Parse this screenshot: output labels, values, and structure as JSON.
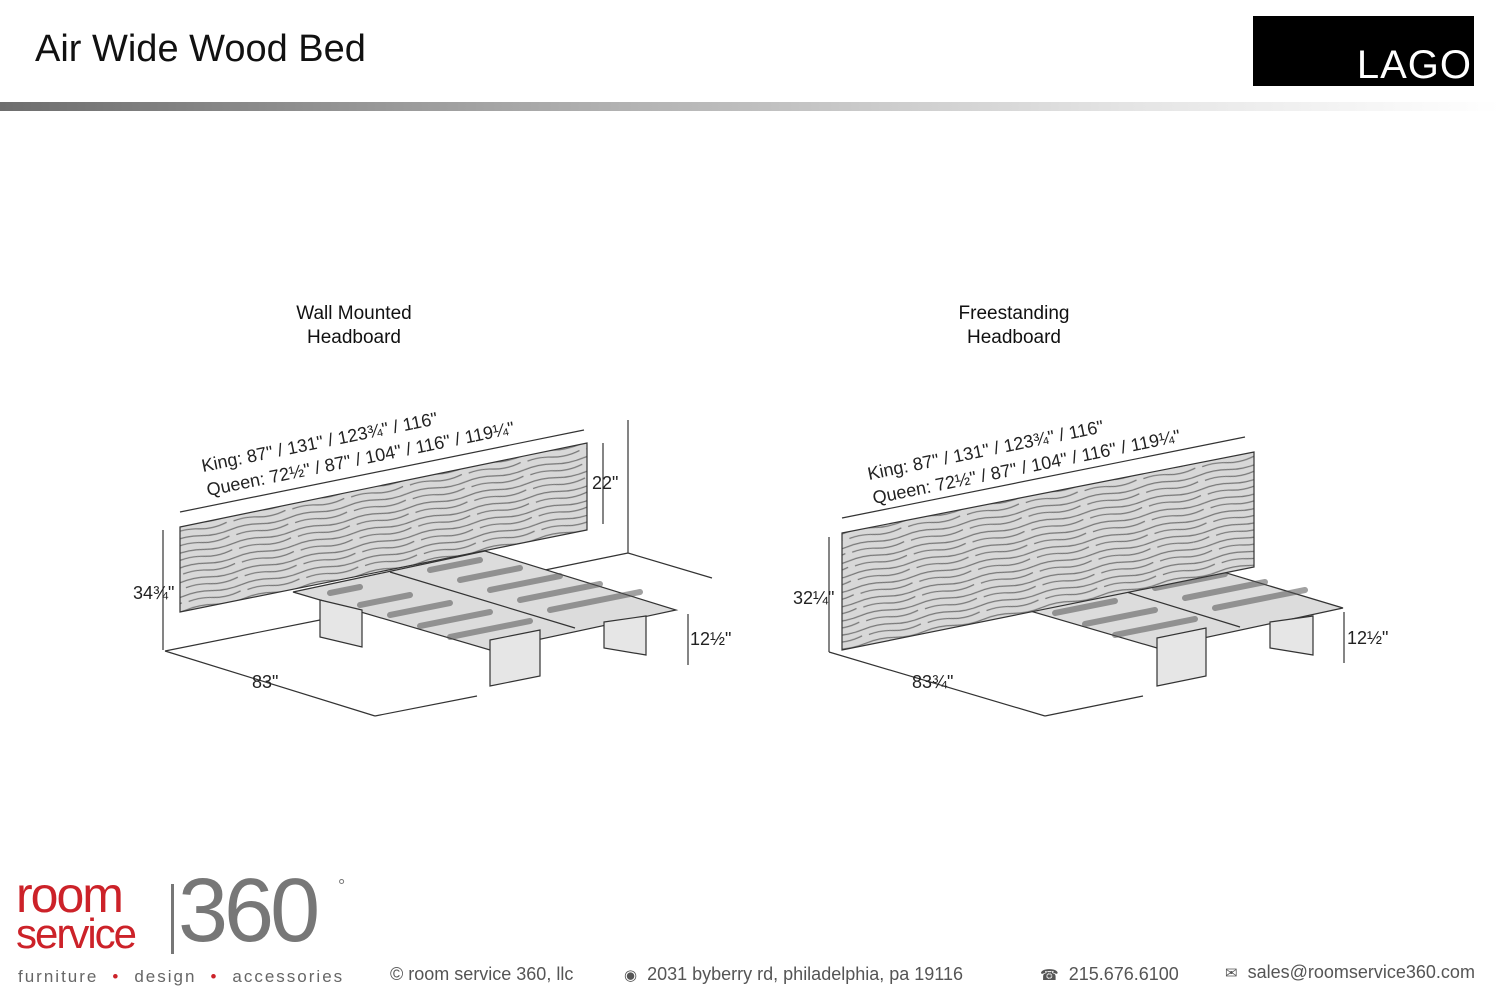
{
  "header": {
    "title": "Air Wide Wood Bed",
    "brand_logo": "LAGO"
  },
  "diagrams": [
    {
      "caption_line1": "Wall Mounted",
      "caption_line2": "Headboard",
      "king": "King: 87\" / 131\" / 123¾\" / 116\"",
      "queen": "Queen: 72½\" / 87\" / 104\" / 116\" / 119¼\"",
      "headboard_height": "22\"",
      "total_height": "34¾\"",
      "depth": "83\"",
      "frame_height": "12½\""
    },
    {
      "caption_line1": "Freestanding",
      "caption_line2": "Headboard",
      "king": "King: 87\" / 131\" / 123¾\" / 116\"",
      "queen": "Queen: 72½\" / 87\" / 104\" / 116\" / 119¼\"",
      "total_height": "32¼\"",
      "depth": "83¾\"",
      "frame_height": "12½\""
    }
  ],
  "footer": {
    "logo_line1": "room",
    "logo_line2": "service",
    "logo_number": "360",
    "logo_degree": "°",
    "tagline": [
      "furniture",
      "design",
      "accessories"
    ],
    "copyright": "© room service 360, llc",
    "address": "2031 byberry rd, philadelphia, pa 19116",
    "phone": "215.676.6100",
    "email": "sales@roomservice360.com",
    "accent_color": "#cc2229"
  }
}
